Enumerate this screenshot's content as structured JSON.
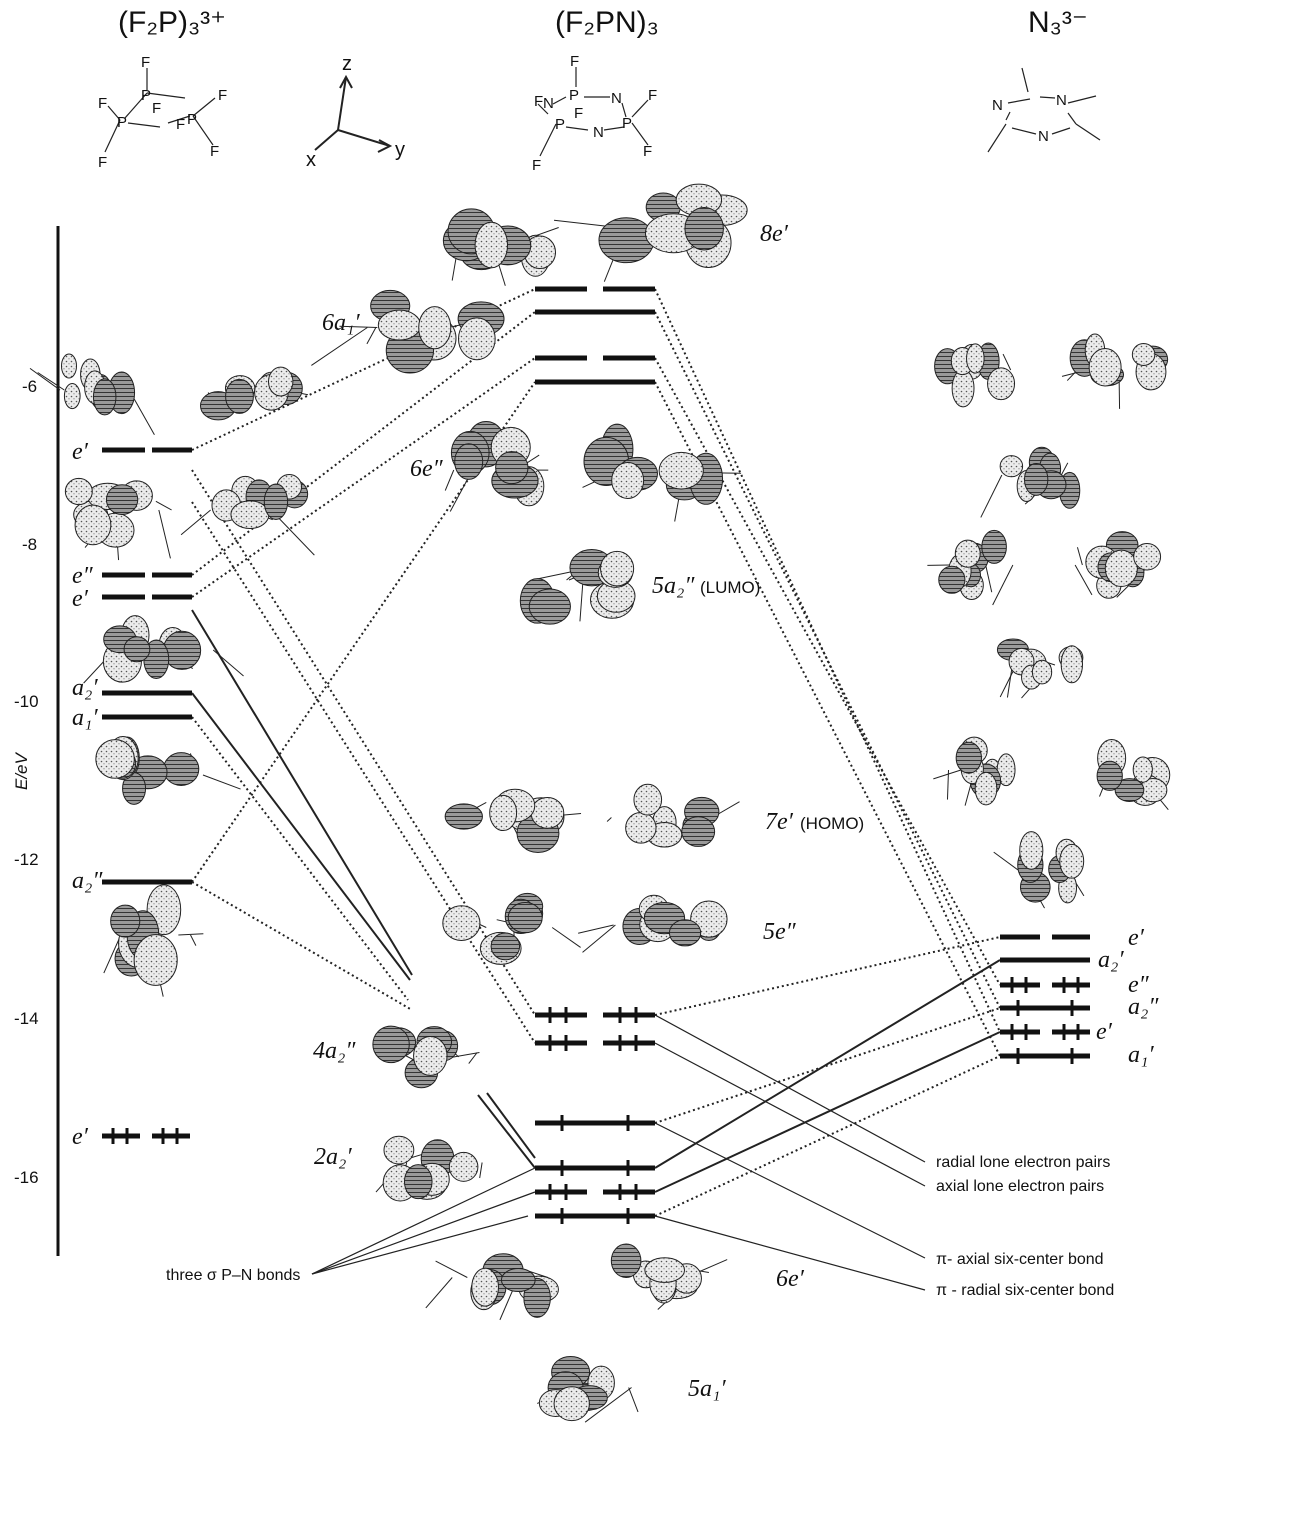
{
  "headers": {
    "left": "(F₂P)₃³⁺",
    "middle": "(F₂PN)₃",
    "right": "N₃³⁻"
  },
  "axis": {
    "label": "E/eV",
    "ticks": [
      "-6",
      "-8",
      "-10",
      "-12",
      "-14",
      "-16"
    ]
  },
  "axes_glyph": {
    "z": "z",
    "y": "y",
    "x": "x"
  },
  "molecules": {
    "left_atoms": [
      "F",
      "F",
      "P",
      "F",
      "F",
      "P",
      "P",
      "F",
      "F",
      "F"
    ],
    "middle_atoms": [
      "F",
      "N",
      "P",
      "N",
      "F",
      "F",
      "F",
      "P",
      "N",
      "P",
      "F",
      "F"
    ],
    "right_atoms": [
      "N",
      "N",
      "N"
    ]
  },
  "left_levels": [
    {
      "label": "e′",
      "energy": -6.9,
      "occ": "empty"
    },
    {
      "label": "e″",
      "energy": -8.45,
      "occ": "empty"
    },
    {
      "label": "e′",
      "energy": -8.7,
      "occ": "empty"
    },
    {
      "label": "a₂′",
      "energy": -9.9,
      "occ": "empty"
    },
    {
      "label": "a₁′",
      "energy": -10.2,
      "occ": "empty"
    },
    {
      "label": "a₂″",
      "energy": -12.25,
      "occ": "empty"
    },
    {
      "label": "e′",
      "energy": -15.45,
      "occ": "paired"
    }
  ],
  "middle_labels": {
    "l8e": "8e′",
    "l6a1": "6a₁′",
    "l6e2": "6e″",
    "l5a2": "5a₂″",
    "l5a2_suffix": "(LUMO)",
    "l7e": "7e′",
    "l7e_suffix": "(HOMO)",
    "l5e2": "5e″",
    "l4a2": "4a₂″",
    "l2a2": "2a₂′",
    "l6e": "6e′",
    "l5a1": "5a₁′"
  },
  "right_levels": [
    {
      "label": "e′",
      "energy": -12.95,
      "occ": "empty"
    },
    {
      "label": "a₂′",
      "energy": -13.25,
      "occ": "empty"
    },
    {
      "label": "e″",
      "energy": -13.55,
      "occ": "paired"
    },
    {
      "label": "a₂″",
      "energy": -13.85,
      "occ": "paired"
    },
    {
      "label": "e′",
      "energy": -14.15,
      "occ": "paired"
    },
    {
      "label": "a₁′",
      "energy": -14.45,
      "occ": "paired"
    }
  ],
  "annotations": {
    "radial_lone": "radial lone electron pairs",
    "axial_lone": "axial lone electron pairs",
    "pi_axial": "π- axial six-center bond",
    "pi_radial": "π - radial six-center bond",
    "sigma": "three σ P–N bonds"
  }
}
